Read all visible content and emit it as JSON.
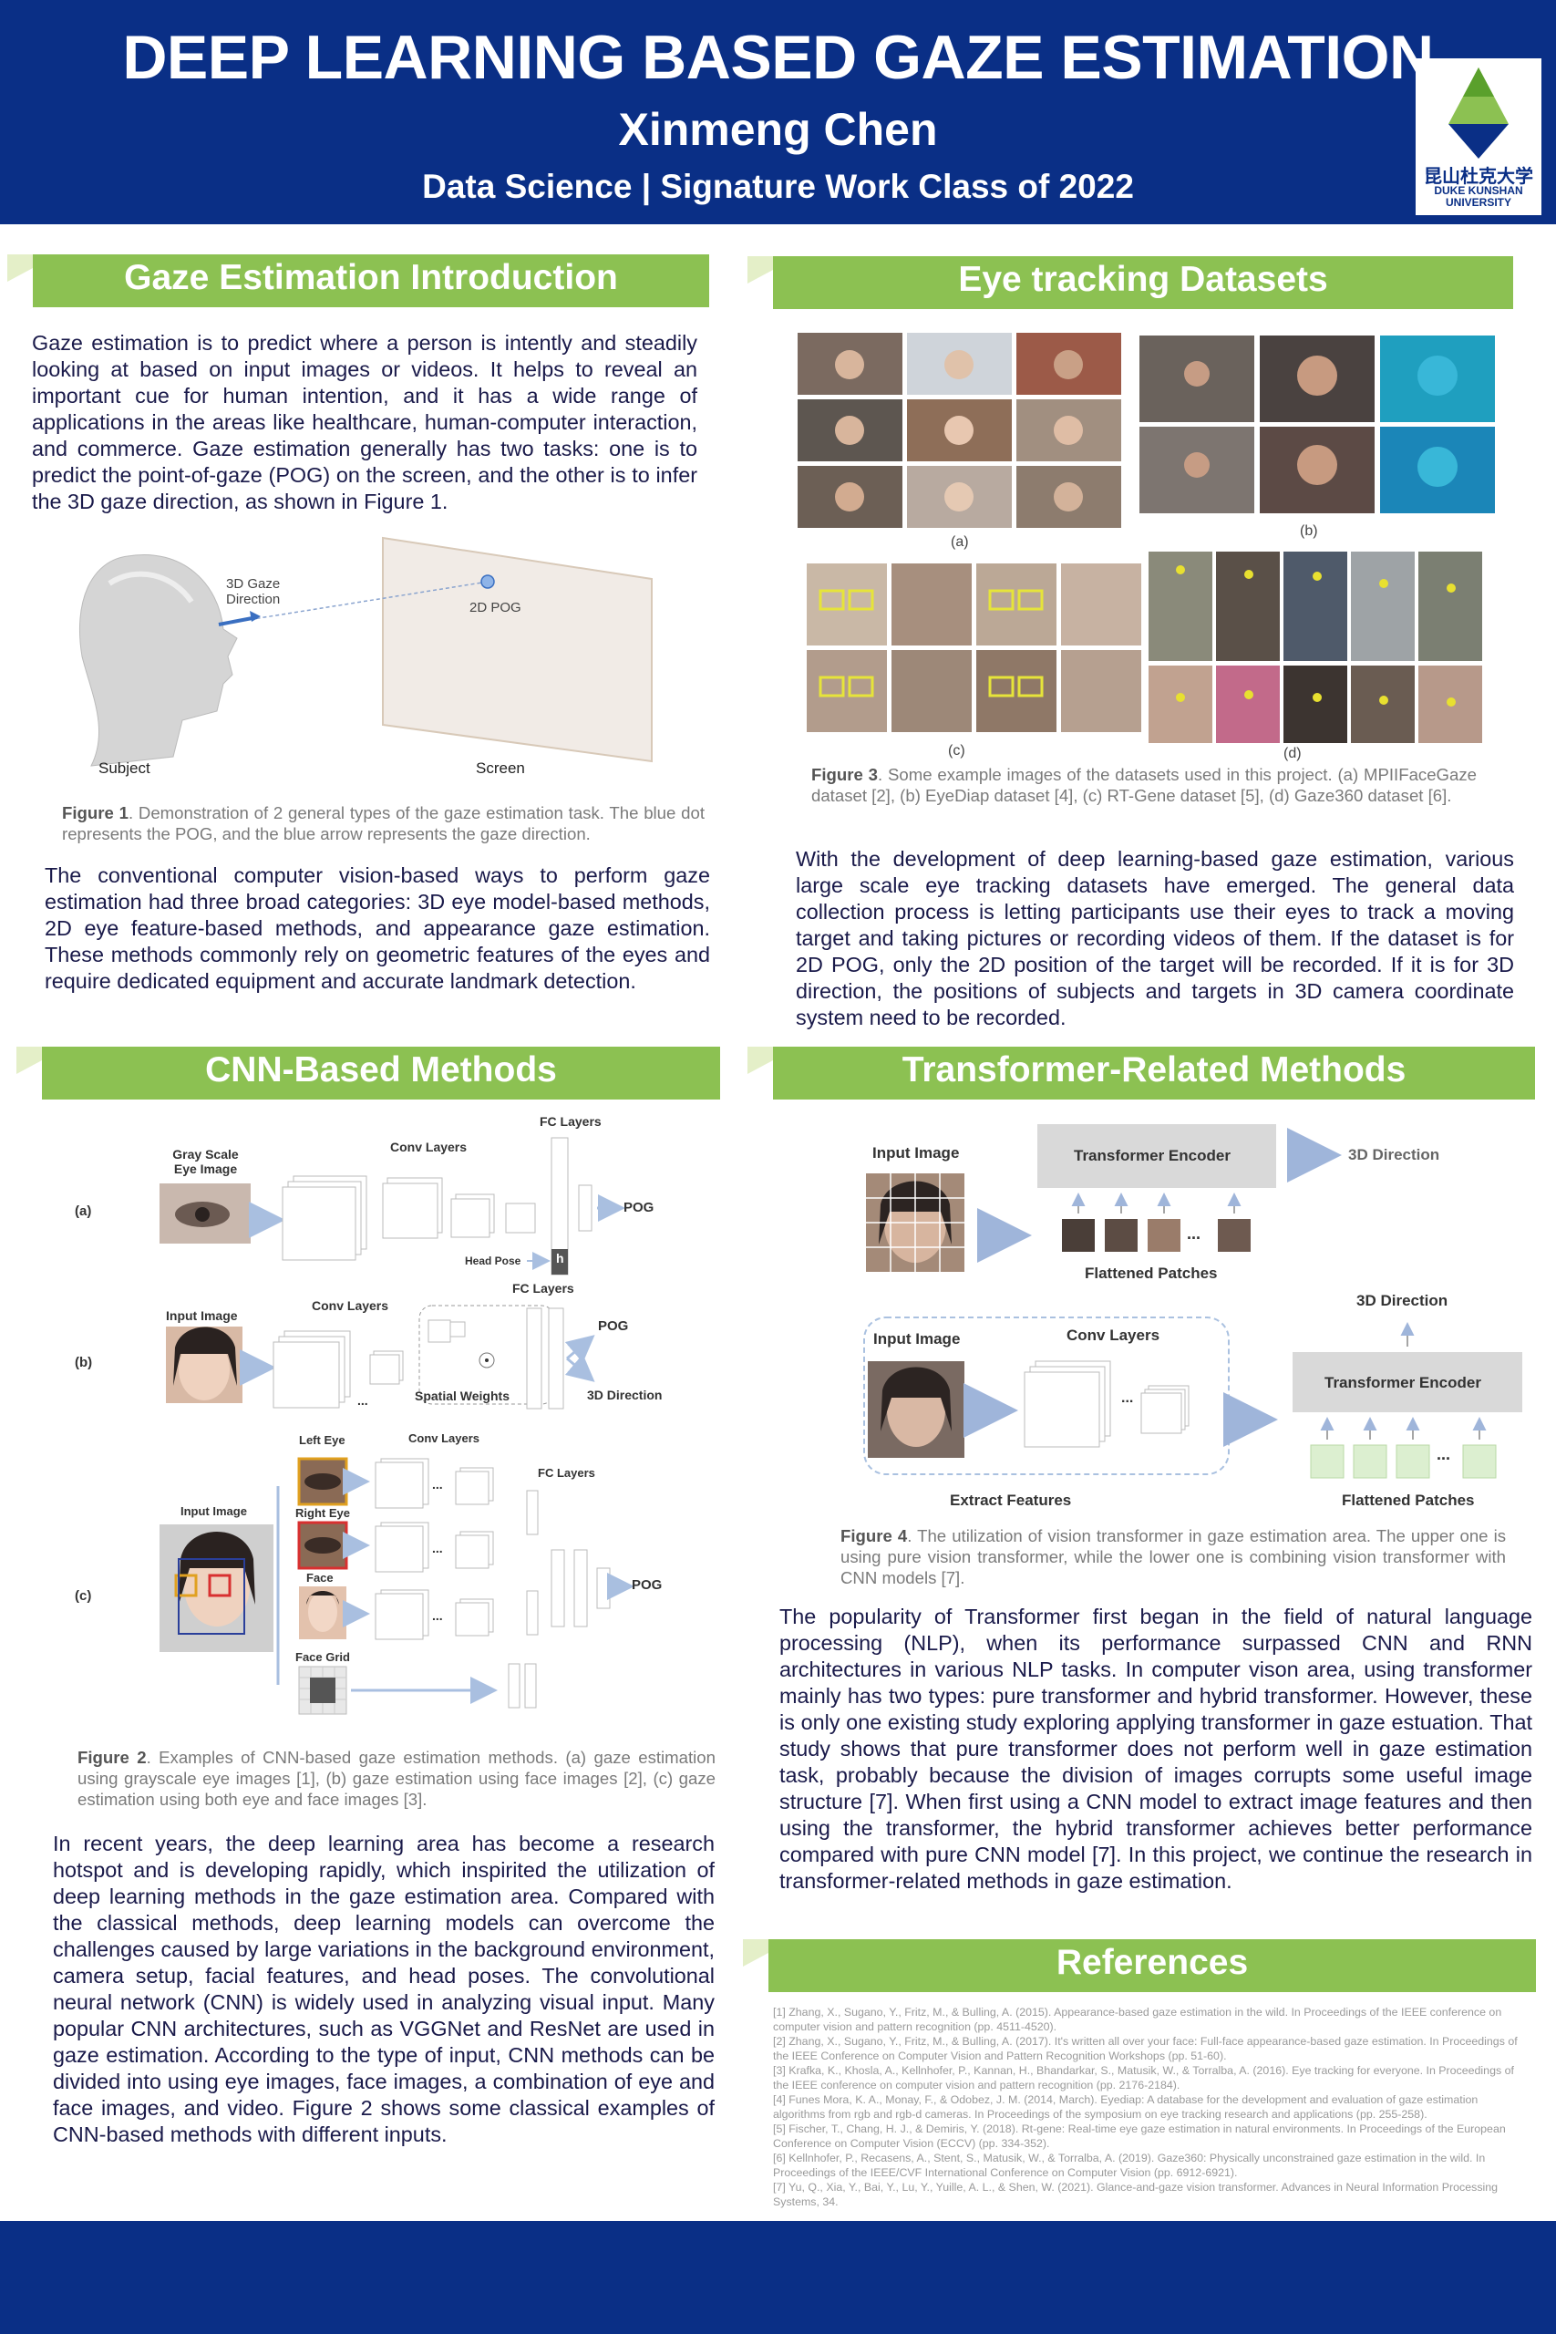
{
  "header": {
    "title": "DEEP LEARNING BASED GAZE ESTIMATION",
    "author": "Xinmeng Chen",
    "affiliation": "Data Science | Signature Work Class of 2022",
    "logo_cn": "昆山杜克大学",
    "logo_en1": "DUKE KUNSHAN",
    "logo_en2": "UNIVERSITY"
  },
  "colors": {
    "navy": "#0a2f86",
    "green": "#8cc152",
    "text": "#1a1a4a"
  },
  "intro": {
    "heading": "Gaze Estimation Introduction",
    "p1": "Gaze estimation is to predict where a person is intently and steadily looking at based on input images or videos. It helps to reveal an important cue for human intention, and it has a wide range of applications in the areas like healthcare, human-computer interaction, and commerce. Gaze estimation generally has two tasks: one is to predict the point-of-gaze (POG) on the screen, and the other is to infer the 3D gaze direction, as shown in Figure 1.",
    "fig1": {
      "gaze_label": "3D Gaze Direction",
      "pog_label": "2D POG",
      "subject": "Subject",
      "screen": "Screen"
    },
    "cap1_bold": "Figure 1",
    "cap1": ". Demonstration of 2 general types of the gaze estimation task. The blue dot represents the POG, and the blue arrow represents the gaze direction.",
    "p2": "The conventional computer vision-based ways to perform gaze estimation had three broad categories: 3D eye model-based methods, 2D eye feature-based methods, and appearance gaze estimation. These methods commonly rely on geometric features of the eyes and require dedicated equipment and accurate landmark detection."
  },
  "datasets": {
    "heading": "Eye tracking Datasets",
    "labels": [
      "(a)",
      "(b)",
      "(c)",
      "(d)"
    ],
    "cap3_bold": "Figure 3",
    "cap3": ". Some example images of the datasets used in this project. (a) MPIIFaceGaze dataset [2], (b) EyeDiap dataset [4], (c) RT-Gene dataset [5], (d) Gaze360 dataset [6].",
    "p": "With the development of deep learning-based gaze estimation, various large scale eye tracking datasets have emerged. The general data collection process is letting participants use their eyes to track a moving target and taking pictures or recording videos of them. If the dataset is for 2D POG, only the 2D position of the target will be recorded. If it is for 3D direction, the positions of subjects and targets in 3D camera coordinate system need to be recorded."
  },
  "cnn": {
    "heading": "CNN-Based Methods",
    "fig": {
      "a": "(a)",
      "b": "(b)",
      "c": "(c)",
      "gray_scale": "Gray Scale Eye Image",
      "conv_layers": "Conv Layers",
      "fc_layers": "FC Layers",
      "pog": "POG",
      "head_pose": "Head Pose",
      "h": "h",
      "input_image": "Input Image",
      "spatial_weights": "Spatial Weights",
      "direction": "3D Direction",
      "left_eye": "Left Eye",
      "right_eye": "Right Eye",
      "face": "Face",
      "face_grid": "Face Grid",
      "dots": "..."
    },
    "cap2_bold": "Figure 2",
    "cap2": ". Examples of CNN-based gaze estimation methods. (a) gaze estimation using grayscale eye images [1], (b) gaze estimation using face images [2], (c) gaze estimation using both eye and face images [3].",
    "p": "In recent years, the deep learning area has become a research hotspot and is developing rapidly, which inspirited the utilization of deep learning methods in the gaze estimation area. Compared with the classical methods, deep learning models can overcome the challenges caused by large variations in the background environment, camera setup, facial features, and head poses. The convolutional neural network (CNN) is widely used in analyzing visual input. Many popular CNN architectures, such as VGGNet and ResNet are used in gaze estimation. According to the type of input, CNN methods can be divided into using eye images, face images, a combination of eye and face images, and video. Figure 2 shows some classical examples of CNN-based methods with different inputs."
  },
  "transformer": {
    "heading": "Transformer-Related Methods",
    "fig": {
      "input_image": "Input Image",
      "encoder": "Transformer Encoder",
      "direction": "3D Direction",
      "flattened": "Flattened Patches",
      "conv_layers": "Conv Layers",
      "extract": "Extract Features",
      "dots": "..."
    },
    "cap4_bold": "Figure 4",
    "cap4": ". The utilization of vision transformer in gaze estimation area. The upper one is using pure vision transformer, while the lower one is combining vision transformer with CNN models [7].",
    "p": "The popularity of Transformer first began in the field of natural language processing (NLP), when its performance surpassed CNN and RNN architectures in various NLP tasks. In computer vison area, using transformer mainly has two types: pure transformer and hybrid transformer. However, these is only one existing study exploring applying transformer in gaze estuation. That study shows that pure transformer does not perform well in gaze estimation task, probably because the division of images corrupts some useful image structure [7]. When first using a CNN model to extract image features and then using the transformer, the hybrid transformer achieves better performance compared with pure CNN model [7]. In this project, we continue the research in transformer-related methods in gaze estimation."
  },
  "references": {
    "heading": "References",
    "items": [
      "[1] Zhang, X., Sugano, Y., Fritz, M., & Bulling, A. (2015). Appearance-based gaze estimation in the wild. In Proceedings of the IEEE conference on computer vision and pattern recognition (pp. 4511-4520).",
      "[2] Zhang, X., Sugano, Y., Fritz, M., & Bulling, A. (2017). It's written all over your face: Full-face appearance-based gaze estimation. In Proceedings of the IEEE Conference on Computer Vision and Pattern Recognition Workshops (pp. 51-60).",
      "[3] Krafka, K., Khosla, A., Kellnhofer, P., Kannan, H., Bhandarkar, S., Matusik, W., & Torralba, A. (2016). Eye tracking for everyone. In Proceedings of the IEEE conference on computer vision and pattern recognition (pp. 2176-2184).",
      "[4] Funes Mora, K. A., Monay, F., & Odobez, J. M. (2014, March). Eyediap: A database for the development and evaluation of gaze estimation algorithms from rgb and rgb-d cameras. In Proceedings of the symposium on eye tracking research and applications (pp. 255-258).",
      "[5] Fischer, T., Chang, H. J., & Demiris, Y. (2018). Rt-gene: Real-time eye gaze estimation in natural environments. In Proceedings of the European Conference on Computer Vision (ECCV) (pp. 334-352).",
      "[6] Kellnhofer, P., Recasens, A., Stent, S., Matusik, W., & Torralba, A. (2019). Gaze360: Physically unconstrained gaze estimation in the wild. In Proceedings of the IEEE/CVF International Conference on Computer Vision (pp. 6912-6921).",
      "[7] Yu, Q., Xia, Y., Bai, Y., Lu, Y., Yuille, A. L., & Shen, W. (2021). Glance-and-gaze vision transformer. Advances in Neural Information Processing Systems, 34."
    ]
  }
}
